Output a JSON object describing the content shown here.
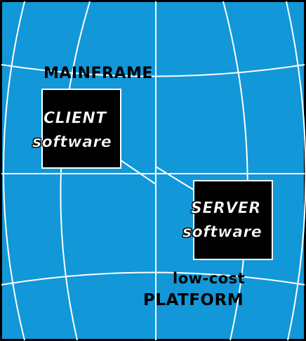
{
  "colors": {
    "background": "#1297d8",
    "grid": "#ffffff",
    "box": "#000000",
    "label": "#000000",
    "box_text": "#ffffff"
  },
  "labels": {
    "mainframe": "MAINFRAME",
    "low_cost": "low-cost",
    "platform": "PLATFORM"
  },
  "client": {
    "title": "CLIENT",
    "subtitle": "software"
  },
  "server": {
    "title": "SERVER",
    "subtitle": "software"
  }
}
